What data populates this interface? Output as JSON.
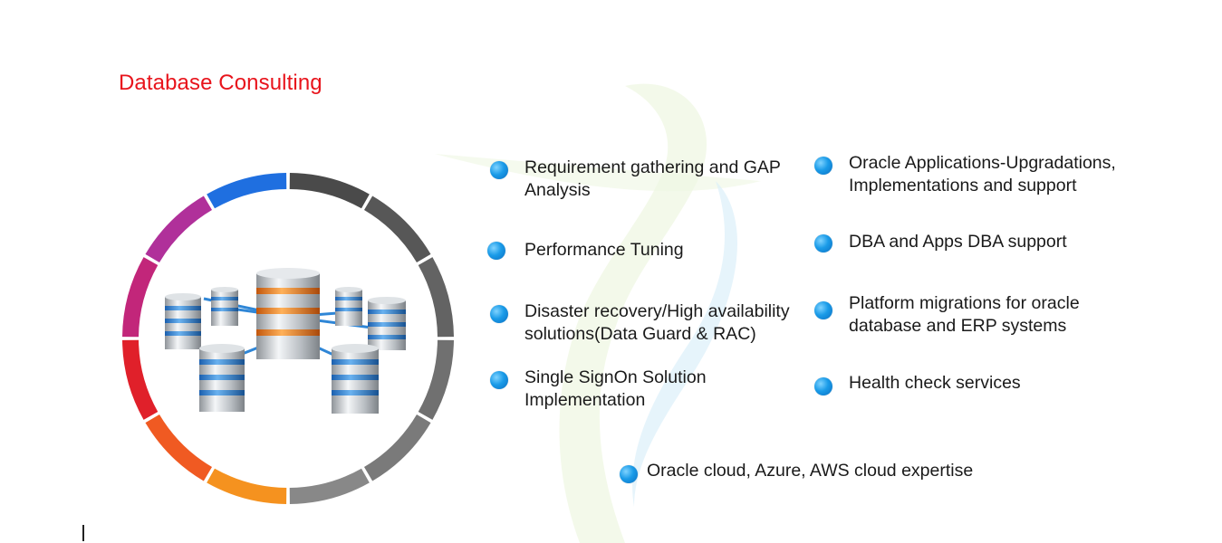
{
  "title": "Database Consulting",
  "colors": {
    "title": "#e8141c",
    "bullet": "#1a9be8",
    "ring_segments": [
      "#4a4a4a",
      "#575757",
      "#636363",
      "#707070",
      "#7a7a7a",
      "#888888",
      "#f5921f",
      "#f05a22",
      "#e0202a",
      "#c2267a",
      "#b0309a",
      "#1f6fe0"
    ]
  },
  "left_column": [
    {
      "label": "Requirement gathering and GAP\nAnalysis"
    },
    {
      "label": "Performance Tuning"
    },
    {
      "label": "Disaster recovery/High availability\nsolutions(Data Guard & RAC)"
    },
    {
      "label": "Single SignOn Solution\nImplementation"
    }
  ],
  "right_column": [
    {
      "label": "Oracle Applications-Upgradations,\nImplementations and support"
    },
    {
      "label": "DBA and Apps DBA support"
    },
    {
      "label": "Platform migrations for oracle\ndatabase and ERP systems"
    },
    {
      "label": "Health check services"
    }
  ],
  "bottom_item": {
    "label": "Oracle cloud, Azure, AWS cloud expertise"
  },
  "icons": {
    "illustration": "database-servers-icon",
    "bullet": "bullet-dot-icon"
  }
}
